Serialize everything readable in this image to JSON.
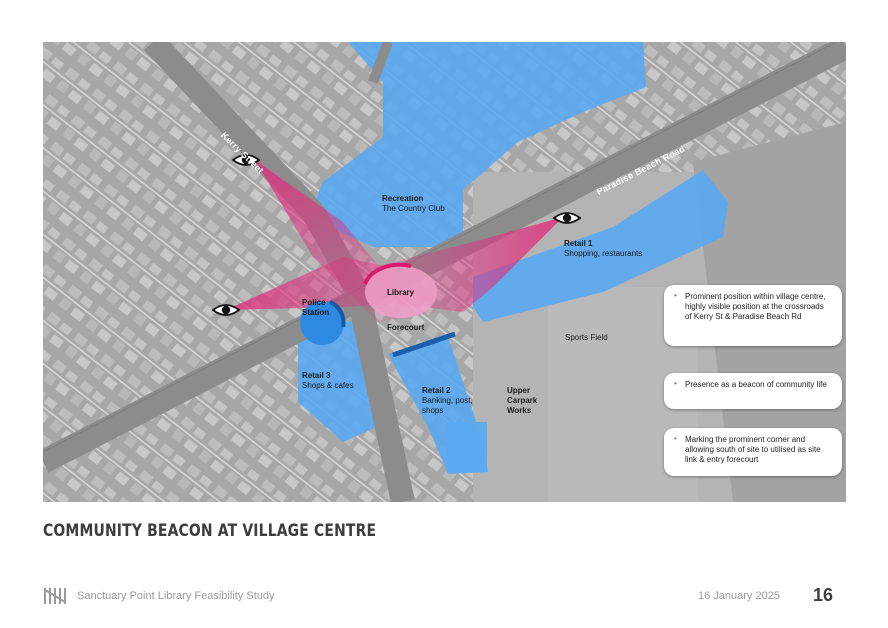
{
  "map": {
    "roads": {
      "kerry_street": "Kerry Street",
      "paradise_beach_road": "Paradise Beach Road"
    },
    "labels": {
      "recreation": {
        "title": "Recreation",
        "subtitle": "The Country Club"
      },
      "retail1": {
        "title": "Retail 1",
        "subtitle": "Shopping, restaurants"
      },
      "library": {
        "title": "Library"
      },
      "police": {
        "line1": "Police",
        "line2": "Station"
      },
      "forecourt": {
        "title": "Forecourt"
      },
      "retail3": {
        "title": "Retail 3",
        "subtitle": "Shops & cafes"
      },
      "retail2": {
        "title": "Retail 2",
        "line1": "Banking, post,",
        "line2": "shops"
      },
      "upper_carpark": {
        "line1": "Upper",
        "line2": "Carpark",
        "line3": "Works"
      },
      "sports_field": {
        "title": "Sports Field"
      }
    },
    "colors": {
      "zone_blue": "#5aa9f2",
      "sightline_pink": "#e0307e",
      "police_blue": "#2e8ae0",
      "road_grey": "#8c8c8c",
      "base_grey": "#a9a9a9"
    },
    "icons": [
      "eye-icon",
      "eye-icon",
      "eye-icon"
    ]
  },
  "callouts": [
    {
      "icon": "bullet-icon",
      "text": "Prominent position within village centre, highly visible position at the crossroads of Kerry St & Paradise Beach Rd"
    },
    {
      "icon": "bullet-icon",
      "text": "Presence as a beacon of community life"
    },
    {
      "icon": "bullet-icon",
      "text": "Marking the prominent corner and allowing south of site to utilised as site link & entry forecourt"
    }
  ],
  "title": "COMMUNITY BEACON AT VILLAGE CENTRE",
  "footer": {
    "logo_icon": "practice-logo-icon",
    "study": "Sanctuary Point Library Feasibility Study",
    "date": "16 January 2025",
    "page": "16"
  }
}
